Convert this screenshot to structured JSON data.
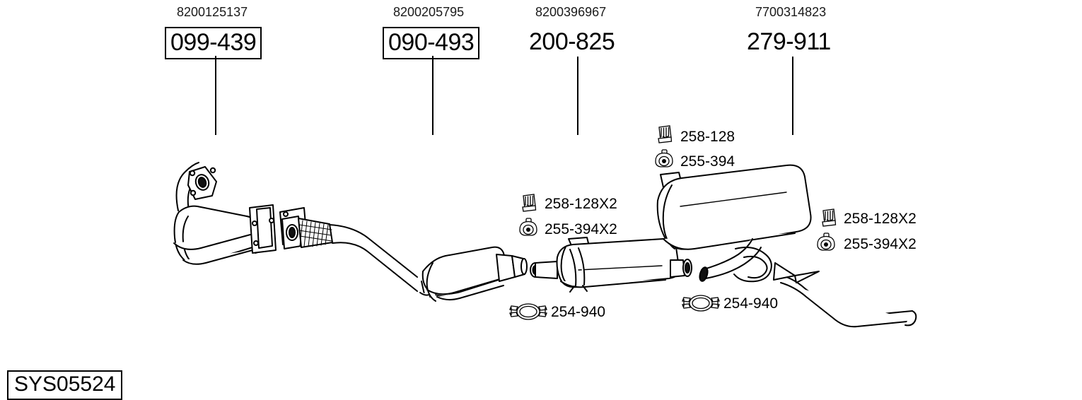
{
  "diagram": {
    "system_code": "SYS05524",
    "background_color": "#ffffff",
    "line_color": "#000000"
  },
  "assemblies": [
    {
      "oem": "8200125137",
      "part_number": "099-439",
      "boxed": true,
      "name": "front-catalytic-converter"
    },
    {
      "oem": "8200205795",
      "part_number": "090-493",
      "boxed": true,
      "name": "front-pipe-with-catalyst"
    },
    {
      "oem": "8200396967",
      "part_number": "200-825",
      "boxed": false,
      "name": "centre-silencer"
    },
    {
      "oem": "7700314823",
      "part_number": "279-911",
      "boxed": false,
      "name": "rear-silencer"
    }
  ],
  "hardware": {
    "group_rear_upper": [
      {
        "icon": "rubber-hanger-icon",
        "label": "258-128"
      },
      {
        "icon": "mounting-bracket-icon",
        "label": "255-394"
      }
    ],
    "group_centre": [
      {
        "icon": "rubber-hanger-icon",
        "label": "258-128X2"
      },
      {
        "icon": "mounting-bracket-icon",
        "label": "255-394X2"
      }
    ],
    "group_right": [
      {
        "icon": "rubber-hanger-icon",
        "label": "258-128X2"
      },
      {
        "icon": "mounting-bracket-icon",
        "label": "255-394X2"
      }
    ],
    "clamps": [
      {
        "icon": "pipe-clamp-icon",
        "label": "254-940"
      },
      {
        "icon": "pipe-clamp-icon",
        "label": "254-940"
      }
    ]
  }
}
